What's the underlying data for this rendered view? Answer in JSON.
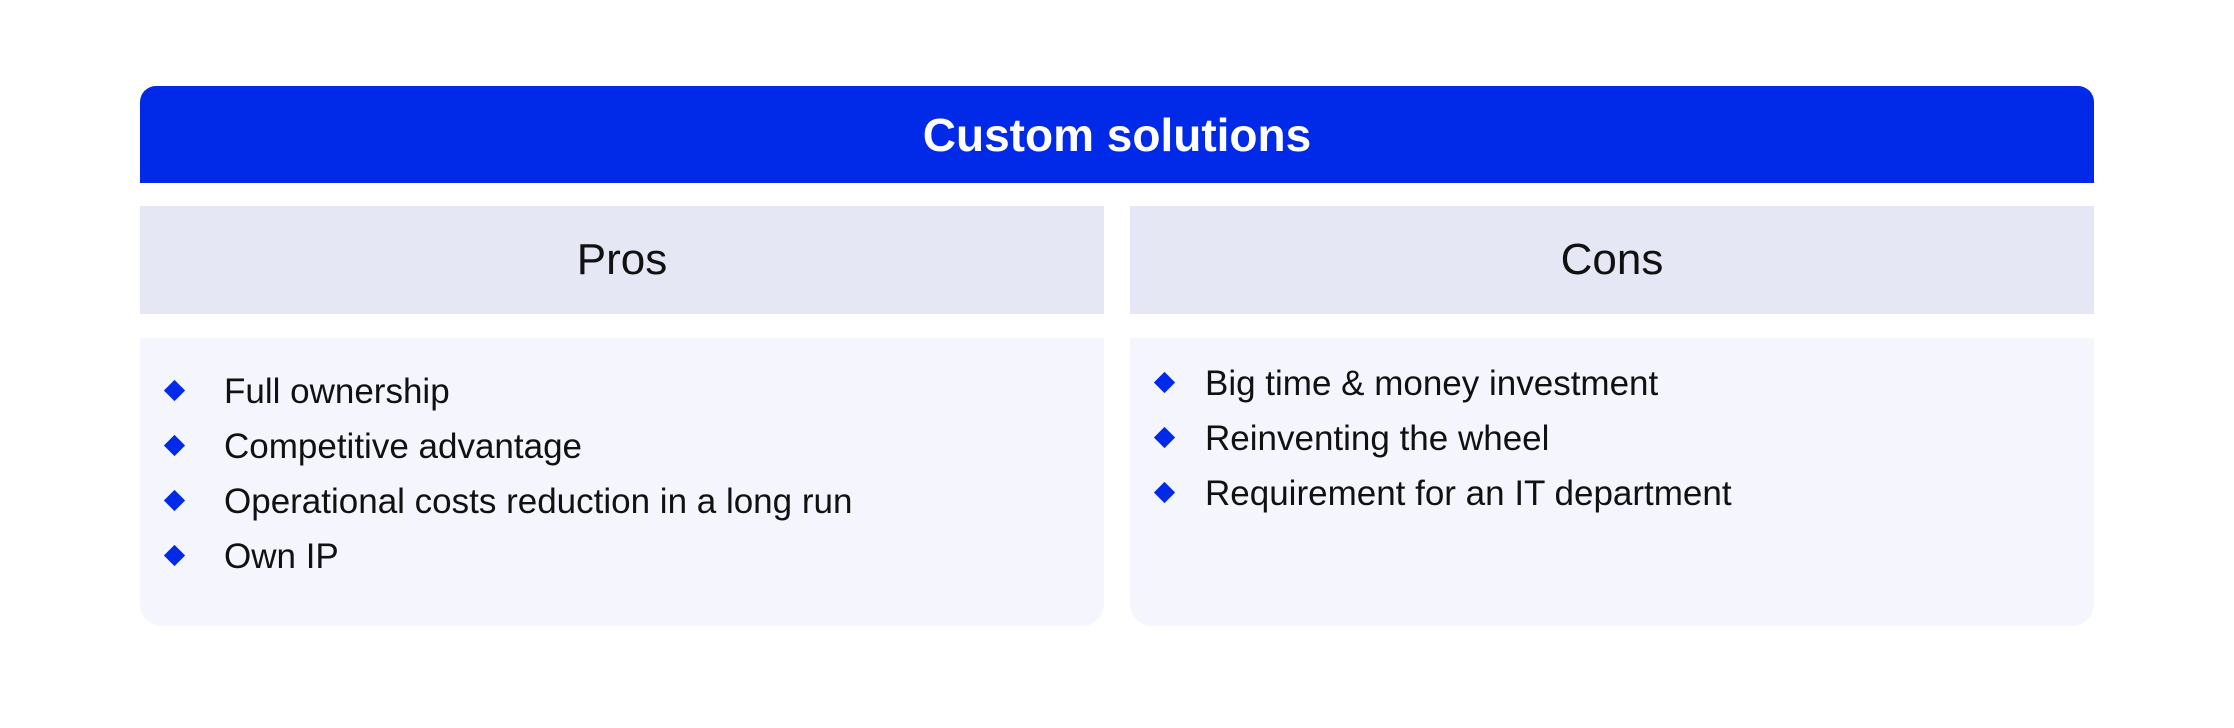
{
  "title": "Custom solutions",
  "colors": {
    "accent": "#0029E8",
    "header_bg": "#E5E7F5",
    "body_bg": "#F4F5FD"
  },
  "pros": {
    "heading": "Pros",
    "items": [
      "Full ownership",
      "Competitive advantage",
      "Operational costs reduction in a long run",
      "Own IP"
    ]
  },
  "cons": {
    "heading": "Cons",
    "items": [
      "Big time & money investment",
      "Reinventing the wheel",
      "Requirement for an IT department"
    ]
  }
}
